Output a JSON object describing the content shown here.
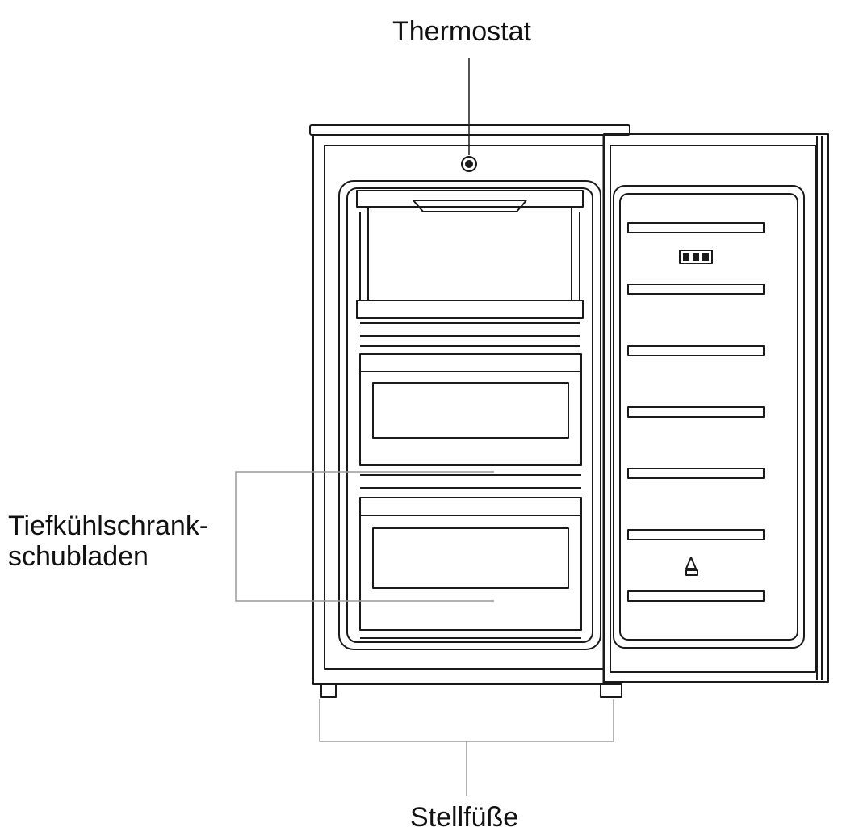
{
  "labels": {
    "thermostat": "Thermostat",
    "drawers_line1": "Tiefkühlschrank-",
    "drawers_line2": "schubladen",
    "feet": "Stellfüße"
  },
  "colors": {
    "line": "#1a1a1a",
    "leader": "#9a9a9a",
    "background": "#ffffff"
  }
}
